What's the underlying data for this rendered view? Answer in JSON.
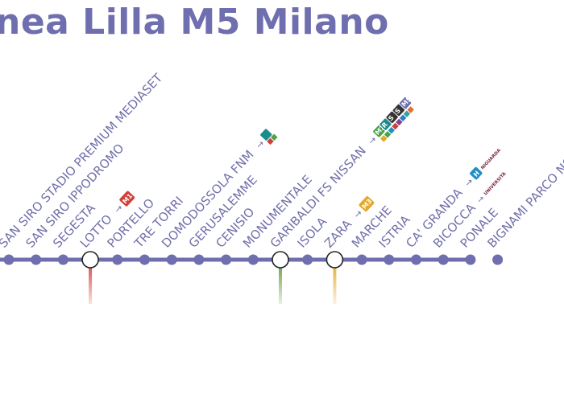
{
  "title": "nea Lilla M5 Milano",
  "line_color": "#6f6fb0",
  "stations": [
    {
      "name": "SAN SIRO STADIO PREMIUM MEDIASET",
      "interchange": false
    },
    {
      "name": "SAN SIRO IPPODROMO",
      "interchange": false
    },
    {
      "name": "SEGESTA",
      "interchange": false
    },
    {
      "name": "LOTTO",
      "interchange": true,
      "connection_color": "#d0403a",
      "badge": "M1",
      "badge_color": "#d0403a"
    },
    {
      "name": "PORTELLO",
      "interchange": false
    },
    {
      "name": "TRE TORRI",
      "interchange": false
    },
    {
      "name": "DOMODOSSOLA FNM",
      "interchange": false
    },
    {
      "name": "GERUSALEMME",
      "interchange": false
    },
    {
      "name": "CENISIO",
      "interchange": false
    },
    {
      "name": "MONUMENTALE",
      "interchange": false
    },
    {
      "name": "GARIBALDI FS NISSAN",
      "interchange": true,
      "connection_color": "#5f9a3a"
    },
    {
      "name": "ISOLA",
      "interchange": false
    },
    {
      "name": "ZARA",
      "interchange": true,
      "connection_color": "#e2a82a",
      "badge": "M3",
      "badge_color": "#e2a82a"
    },
    {
      "name": "MARCHE",
      "interchange": false
    },
    {
      "name": "ISTRIA",
      "interchange": false
    },
    {
      "name": "CA' GRANDA",
      "interchange": false
    },
    {
      "name": "BICOCCA",
      "interchange": false
    },
    {
      "name": "PONALE",
      "interchange": false
    },
    {
      "name": "BIGNAMI PARCO NORD",
      "interchange": false
    }
  ],
  "annotations": {
    "ca_granda_badge": "H",
    "ca_granda_dest": "NIGUARDA",
    "bicocca_dest": "UNIVERSITÀ",
    "garibaldi_badges": [
      "M2",
      "R",
      "S",
      "S",
      "M5"
    ]
  },
  "colors": {
    "title": "#6f6fb0",
    "label": "#6f6faa",
    "m1": "#d0403a",
    "m2": "#4aa24a",
    "m3": "#e2a82a",
    "hospital": "#1f8fc6",
    "university": "#7a1f3f",
    "rail_teal": "#1b8c8c",
    "rail_dark": "#333333"
  }
}
